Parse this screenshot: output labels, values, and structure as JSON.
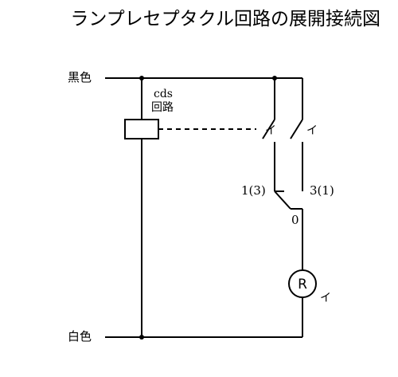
{
  "title": "ランプレセプタクル回路の展開接続図",
  "labels": {
    "black_wire": "黒色",
    "white_wire": "白色",
    "cds_line1": "cds",
    "cds_line2": "回路",
    "switch_mark_left": "イ",
    "switch_mark_right": "イ",
    "terminal_1_3": "1(3)",
    "terminal_3_1": "3(1)",
    "terminal_0": "0",
    "lamp_symbol": "R",
    "lamp_mark": "イ"
  }
}
